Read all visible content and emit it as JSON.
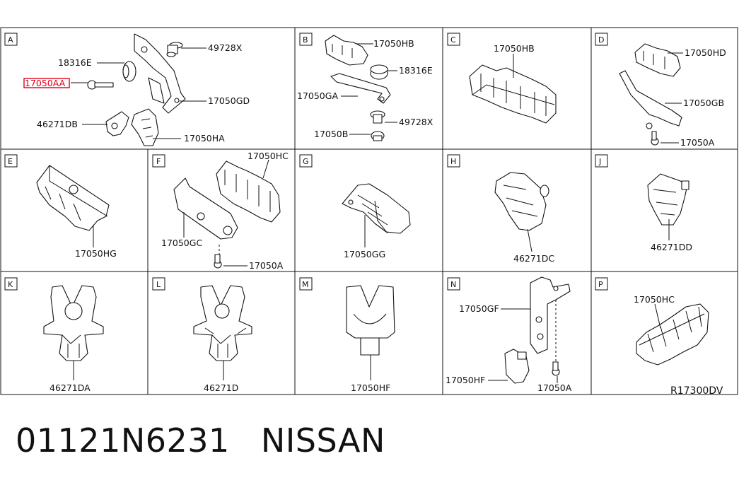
{
  "diagram": {
    "reference_code": "R17300DV",
    "highlight_color": "#e0001b",
    "panels": [
      {
        "letter": "A",
        "parts": [
          "49728X",
          "18316E",
          "17050AA",
          "17050GD",
          "46271DB",
          "17050HA"
        ],
        "highlighted": "17050AA"
      },
      {
        "letter": "B",
        "parts": [
          "17050HB",
          "18316E",
          "17050GA",
          "49728X",
          "17050B"
        ]
      },
      {
        "letter": "C",
        "parts": [
          "17050HB"
        ]
      },
      {
        "letter": "D",
        "parts": [
          "17050HD",
          "17050GB",
          "17050A"
        ]
      },
      {
        "letter": "E",
        "parts": [
          "17050HG"
        ]
      },
      {
        "letter": "F",
        "parts": [
          "17050HC",
          "17050GC",
          "17050A"
        ]
      },
      {
        "letter": "G",
        "parts": [
          "17050GG"
        ]
      },
      {
        "letter": "H",
        "parts": [
          "46271DC"
        ]
      },
      {
        "letter": "J",
        "parts": [
          "46271DD"
        ]
      },
      {
        "letter": "K",
        "parts": [
          "46271DA"
        ]
      },
      {
        "letter": "L",
        "parts": [
          "46271D"
        ]
      },
      {
        "letter": "M",
        "parts": [
          "17050HF"
        ]
      },
      {
        "letter": "N",
        "parts": [
          "17050GF",
          "17050HF",
          "17050A"
        ]
      },
      {
        "letter": "P",
        "parts": [
          "17050HC"
        ]
      }
    ]
  },
  "caption": {
    "part_number": "01121N6231",
    "brand": "NISSAN"
  }
}
